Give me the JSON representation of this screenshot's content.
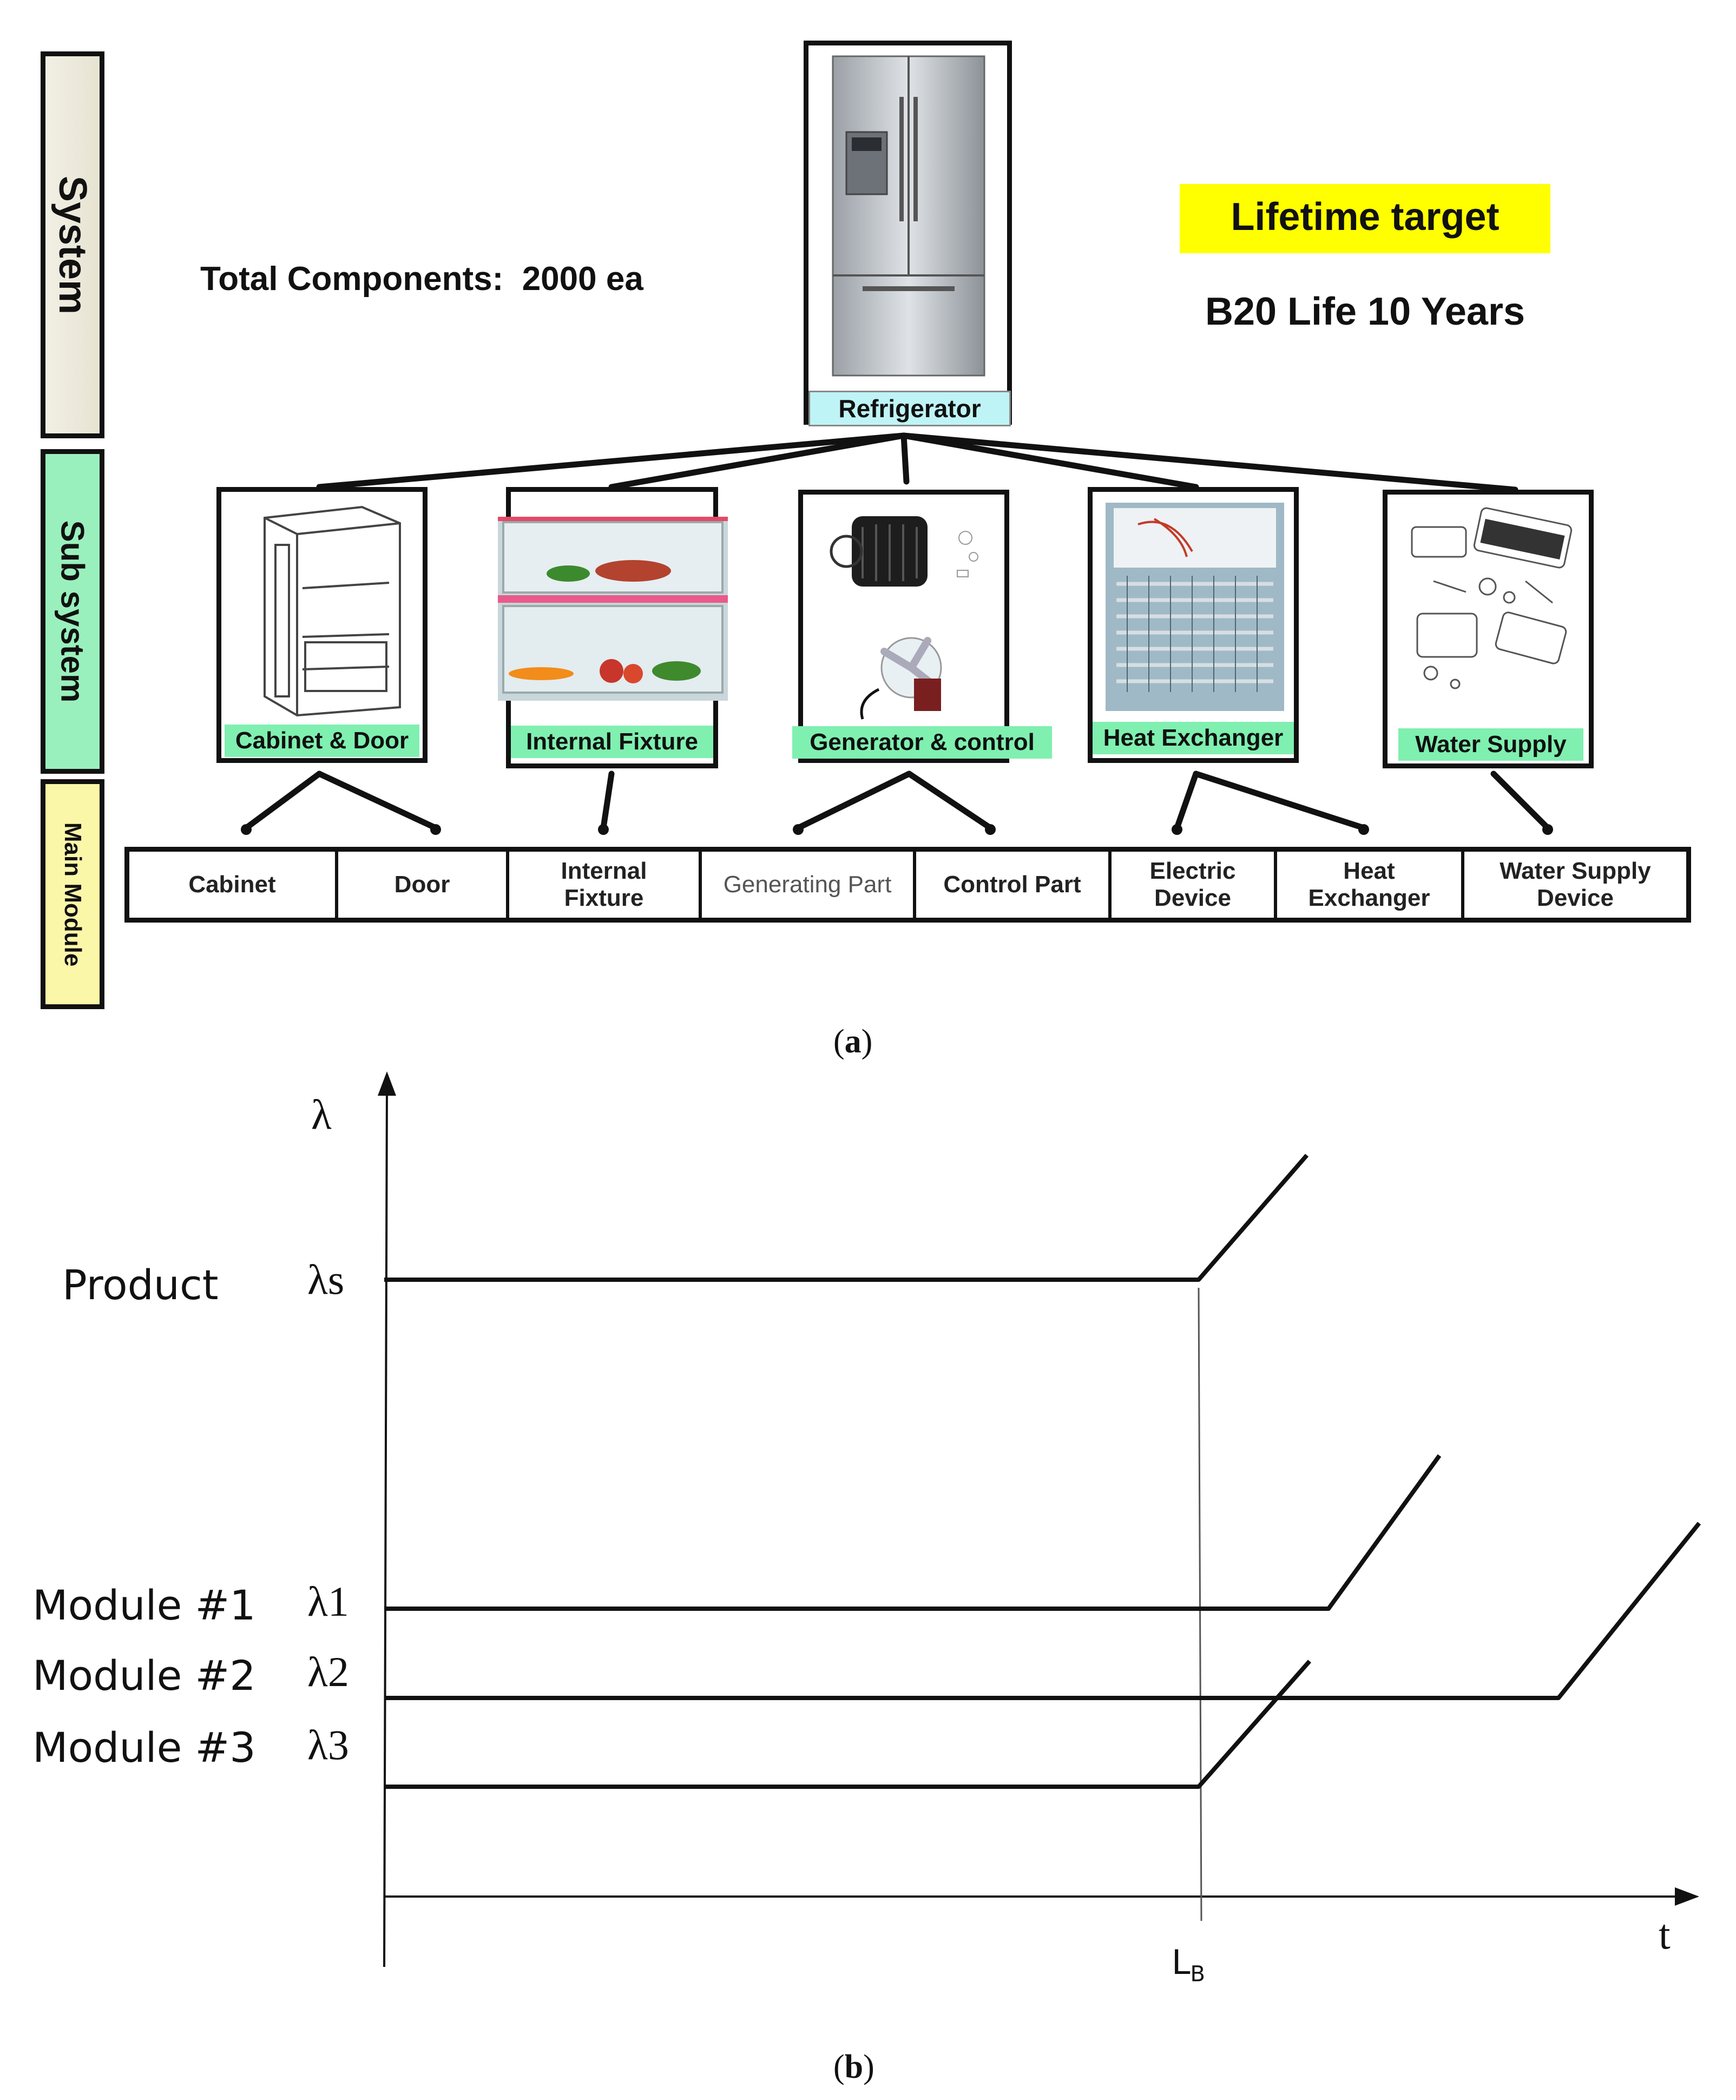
{
  "levels": {
    "system": "System",
    "subsystem": "Sub system",
    "module": "Main Module"
  },
  "total_components": "Total Components:  2000 ea",
  "lifetime": {
    "title": "Lifetime target",
    "value": "B20 Life 10 Years"
  },
  "refrigerator_label": "Refrigerator",
  "subsystems": [
    "Cabinet & Door",
    "Internal Fixture",
    "Generator & control",
    "Heat Exchanger",
    "Water Supply"
  ],
  "modules": [
    {
      "l1": "Cabinet",
      "l2": ""
    },
    {
      "l1": "Door",
      "l2": ""
    },
    {
      "l1": "Internal",
      "l2": "Fixture"
    },
    {
      "l1": "Generating Part",
      "l2": ""
    },
    {
      "l1": "Control Part",
      "l2": ""
    },
    {
      "l1": "Electric",
      "l2": "Device"
    },
    {
      "l1": "Heat",
      "l2": "Exchanger"
    },
    {
      "l1": "Water Supply",
      "l2": "Device"
    }
  ],
  "caption_a": {
    "open": "(",
    "letter": "a",
    "close": ")"
  },
  "caption_b": {
    "open": "(",
    "letter": "b",
    "close": ")"
  },
  "chart_data": {
    "type": "line",
    "ylabel": "λ",
    "xlabel": "t",
    "x_marker": "L",
    "x_marker_sub": "B",
    "series": [
      {
        "name": "Product",
        "symbol": "λs"
      },
      {
        "name": "Module #1",
        "symbol": "λ1"
      },
      {
        "name": "Module #2",
        "symbol": "λ2"
      },
      {
        "name": "Module #3",
        "symbol": "λ3"
      }
    ]
  }
}
